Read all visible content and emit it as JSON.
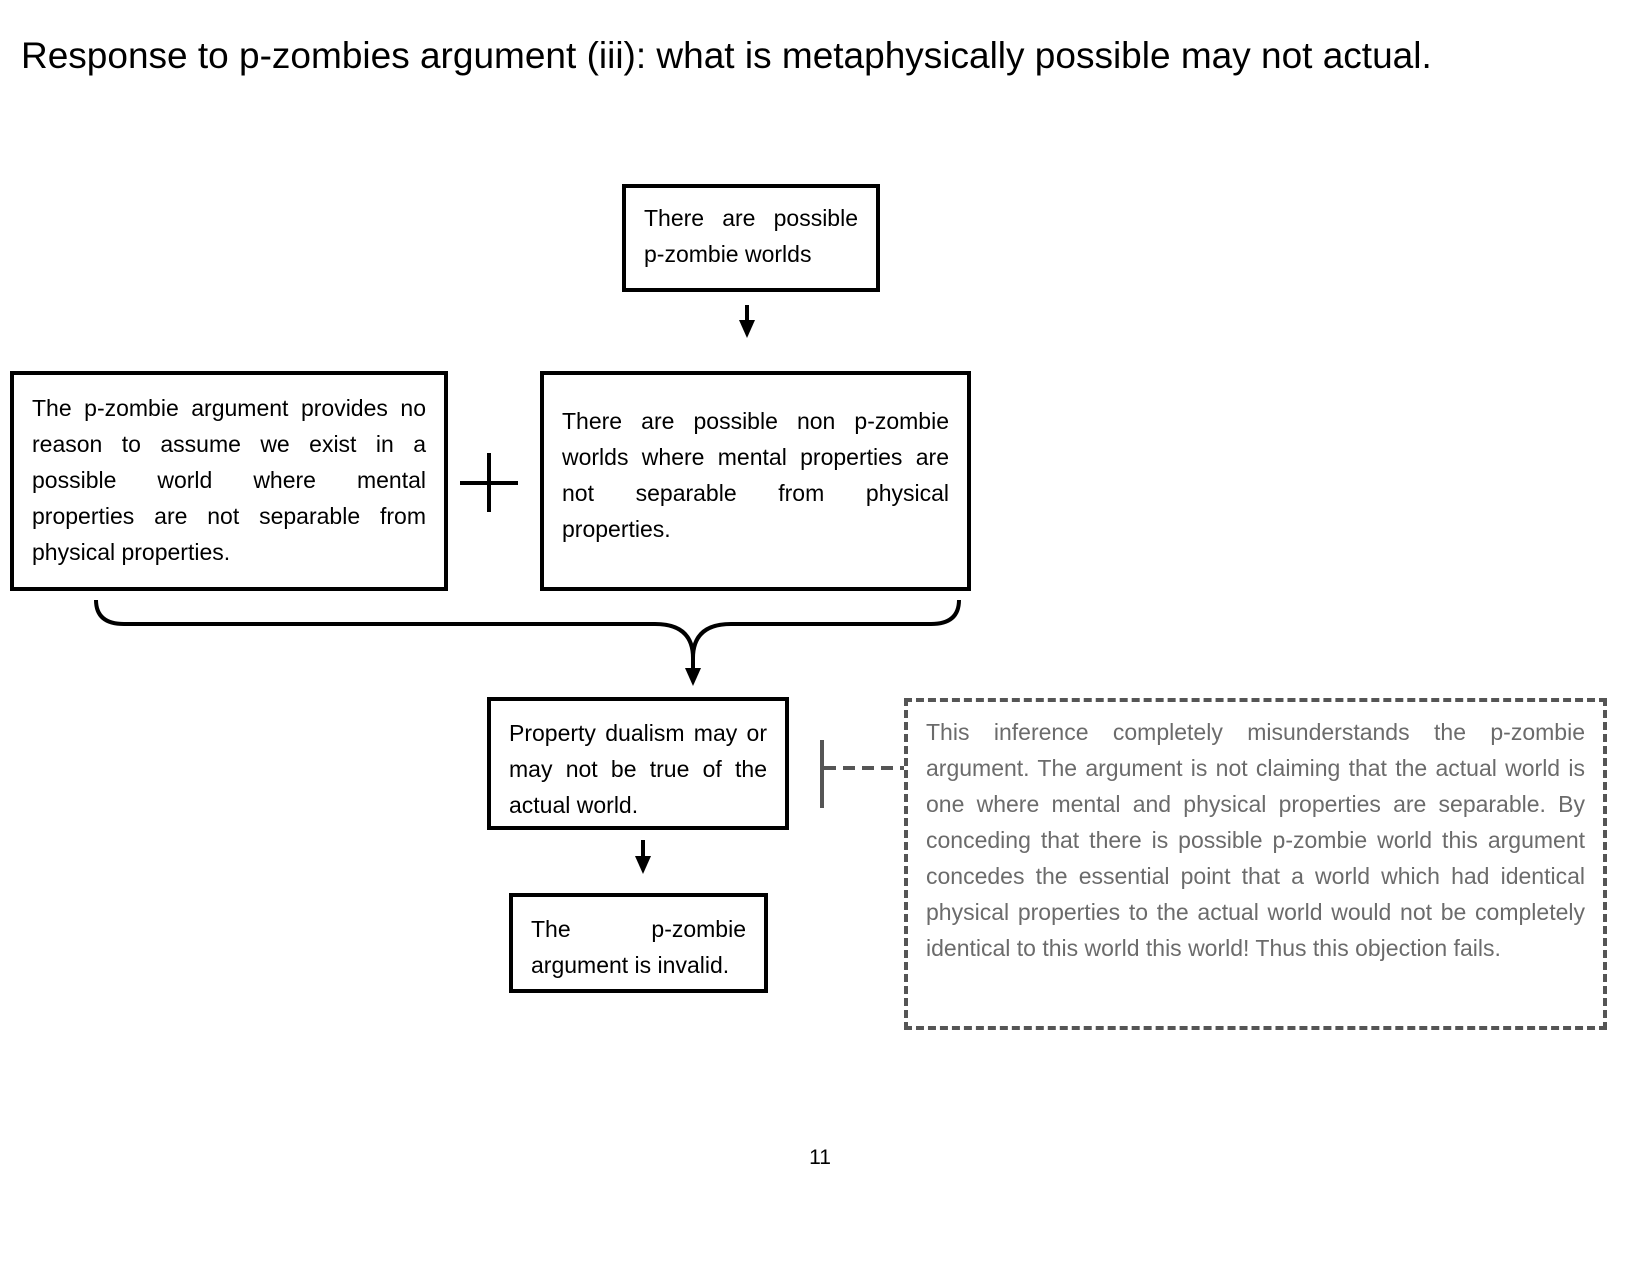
{
  "title": "Response to p-zombies argument (iii): what is metaphysically possible may not actual.",
  "boxes": {
    "top": "There are possible p-zombie worlds",
    "left": "The p-zombie argument provides no reason to assume we exist in a possible world where mental properties are not separable from physical properties.",
    "right": "There are possible non p-zombie worlds where mental properties are not separable from physical properties.",
    "middle": "Property dualism may or may not be true of the actual world.",
    "bottom": "The p-zombie argument is invalid.",
    "objection": "This inference completely misunderstands the p-zombie argument. The argument is not claiming that the actual world is one where mental and physical properties are separable. By conceding that there is possible p-zombie world this argument concedes the essential point that a world which had identical physical properties to the actual world would not be completely identical to this world this world! Thus this objection fails."
  },
  "page_number": "11",
  "colors": {
    "objection_text": "#6b6b6b",
    "objection_border": "#555555"
  }
}
